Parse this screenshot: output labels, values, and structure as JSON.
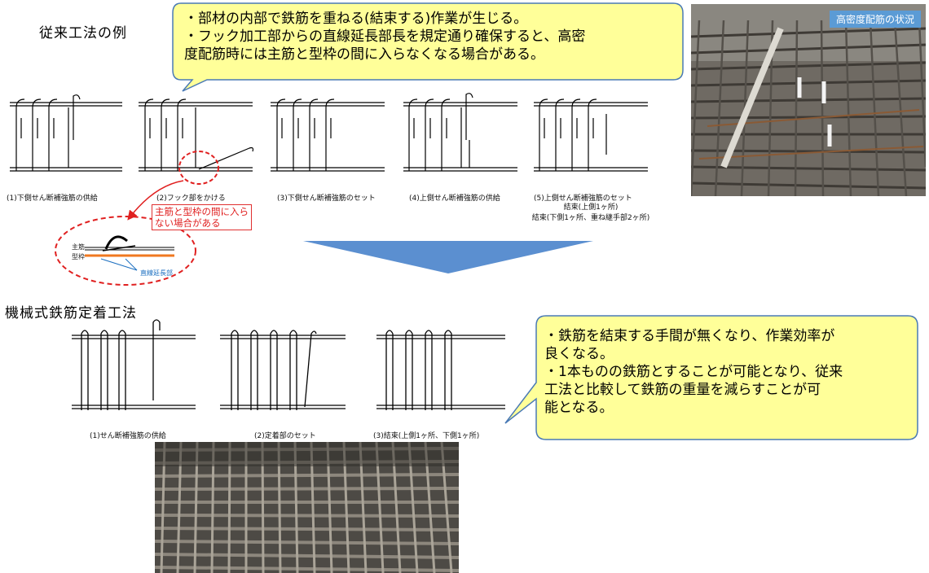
{
  "conventional": {
    "heading": "従来工法の例",
    "bubble": "・部材の内部で鉄筋を重ねる(結束する)作業が生じる。\n・フック加工部からの直線延長部長を規定通り確保すると、高密\n 度配筋時には主筋と型枠の間に入らなくなる場合がある。",
    "steps": [
      "(1)下側せん断補強筋の供給",
      "(2)フック部をかける",
      "(3)下側せん断補強筋のセット",
      "(4)上側せん断補強筋の供給",
      "(5)上側せん断補強筋のセット"
    ],
    "step5_extra": "結束(上側1ヶ所)\n結束(下側1ヶ所、重ね継手部2ヶ所)",
    "callout": "主筋と型枠の間に入ら\nない場合がある",
    "detail_labels": {
      "main_bar": "主筋",
      "formwork": "型枠",
      "extension": "直線延長部"
    },
    "photo_tag": "高密度配筋の状況"
  },
  "mechanical": {
    "heading": "機械式鉄筋定着工法",
    "bubble": "・鉄筋を結束する手間が無くなり、作業効率が\n 良くなる。\n・1本ものの鉄筋とすることが可能となり、従来\n 工法と比較して鉄筋の重量を減らすことが可\n 能となる。",
    "steps": [
      "(1)せん断補強筋の供給",
      "(2)定着部のセット",
      "(3)結束(上側1ヶ所、下側1ヶ所)"
    ]
  },
  "colors": {
    "bubble_fill": "#ffff99",
    "bubble_stroke": "#4a7ab5",
    "arrow": "#5b8fd0",
    "red": "#e02020",
    "orange": "#f07820"
  }
}
